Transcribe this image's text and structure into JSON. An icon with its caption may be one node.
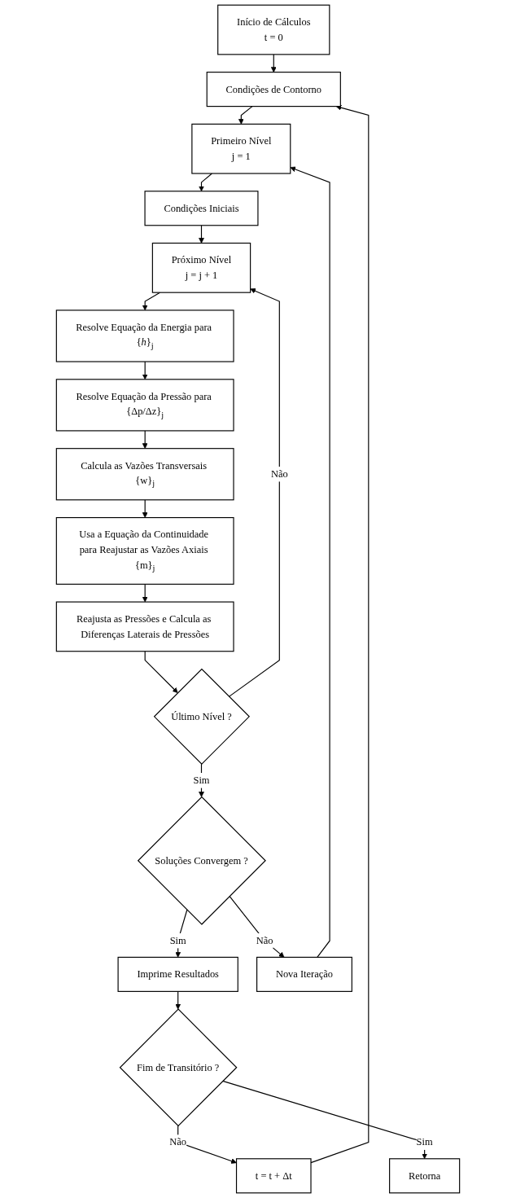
{
  "diagram": {
    "nodes": [
      {
        "text": [
          "Início de Cálculos",
          "t = 0"
        ]
      },
      {
        "text": [
          "Condições de Contorno"
        ]
      },
      {
        "text": [
          "Primeiro Nível",
          "j = 1"
        ]
      },
      {
        "text": [
          "Condições Iniciais"
        ]
      },
      {
        "text": [
          "Próximo Nível",
          "j = j + 1"
        ]
      },
      {
        "text": [
          "Resolve Equação da Energia para {*h*}$_{j}$"
        ]
      },
      {
        "text": [
          "Resolve Equação da Pressão para {Δp/Δz}$_{j}$"
        ]
      },
      {
        "text": [
          "Calcula as Vazões Transversais {w}$_{j}$"
        ]
      },
      {
        "text": [
          "Usa a Equação da Continuidade para Reajustar as Vazões Axiais {m}$_{j}$"
        ]
      },
      {
        "text": [
          "Reajusta as Pressões e Calcula as Diferenças Laterais de Pressões"
        ]
      },
      {
        "text": [
          "Último Nível ?"
        ]
      },
      {
        "text": [
          "Soluções Convergem ?"
        ]
      },
      {
        "text": [
          "Imprime Resultados"
        ]
      },
      {
        "text": [
          "Fim de Transitório ?"
        ]
      },
      {
        "text": [
          "Retorna"
        ]
      },
      {
        "text": [
          "t = t + Δt"
        ]
      },
      {
        "text": [
          "Nova Iteração"
        ]
      }
    ],
    "edges": [
      {
        "from": 0,
        "to": 1,
        "arrow": "to"
      },
      {
        "from": 1,
        "to": 2,
        "arrow": "to"
      },
      {
        "from": 2,
        "to": 3,
        "arrow": "to"
      },
      {
        "from": 3,
        "to": 4,
        "arrow": "to"
      },
      {
        "from": 4,
        "to": 5,
        "arrow": "to"
      },
      {
        "from": 5,
        "to": 6,
        "arrow": "to"
      },
      {
        "from": 6,
        "to": 7,
        "arrow": "to"
      },
      {
        "from": 7,
        "to": 8,
        "arrow": "to"
      },
      {
        "from": 8,
        "to": 9,
        "arrow": "to"
      },
      {
        "from": 9,
        "to": 10,
        "arrow": "to"
      },
      {
        "from": 10,
        "to": 4,
        "label": "Não",
        "arrow": "to"
      },
      {
        "from": 10,
        "to": 11,
        "label": "Sim",
        "arrow": "to"
      },
      {
        "from": 11,
        "to": 16,
        "label": "Não",
        "arrow": "to"
      },
      {
        "from": 16,
        "to": 2,
        "arrow": "to"
      },
      {
        "from": 11,
        "to": 12,
        "label": "Sim",
        "arrow": "to"
      },
      {
        "from": 12,
        "to": 13,
        "arrow": "to"
      },
      {
        "from": 13,
        "to": 15,
        "label": "Não",
        "arrow": "to"
      },
      {
        "from": 15,
        "to": 1,
        "arrow": "to"
      },
      {
        "from": 13,
        "to": 14,
        "label": "Sim",
        "arrow": "to"
      }
    ]
  }
}
